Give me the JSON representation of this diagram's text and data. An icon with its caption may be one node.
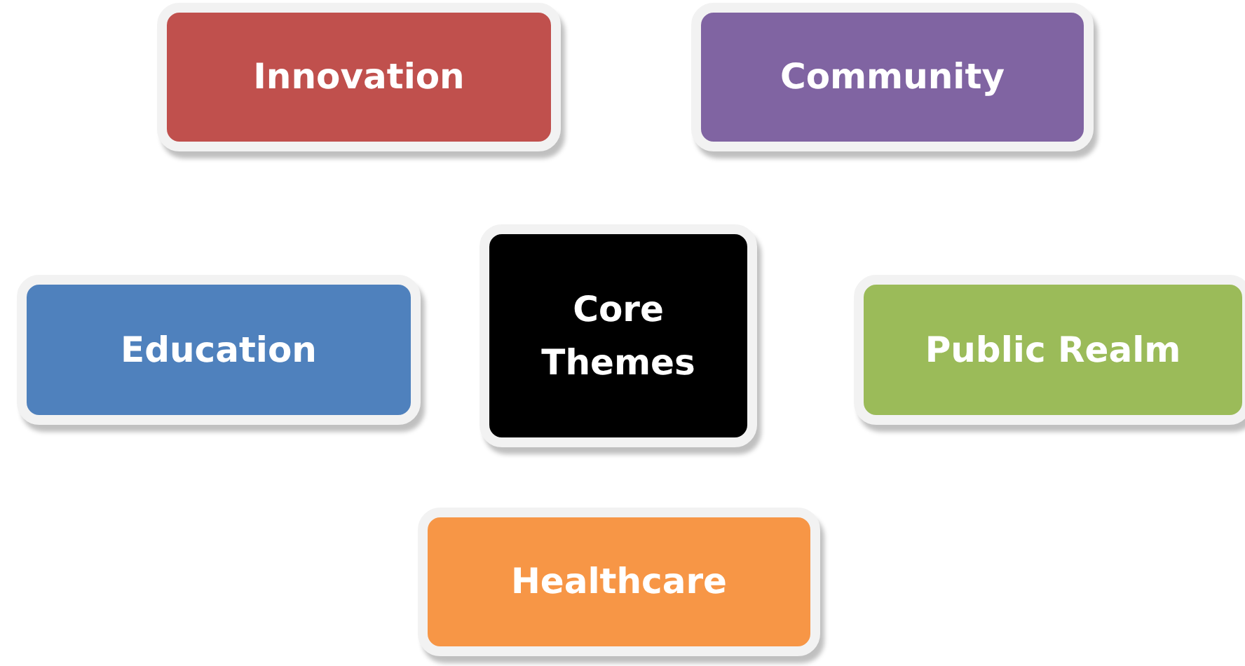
{
  "diagram": {
    "nodes": [
      {
        "text": [
          "Innovation"
        ]
      },
      {
        "text": [
          "Community"
        ]
      },
      {
        "text": [
          "Education"
        ]
      },
      {
        "text": [
          "Core Themes"
        ]
      },
      {
        "text": [
          "Public Realm"
        ]
      },
      {
        "text": [
          "Healthcare"
        ]
      }
    ],
    "edges": []
  }
}
